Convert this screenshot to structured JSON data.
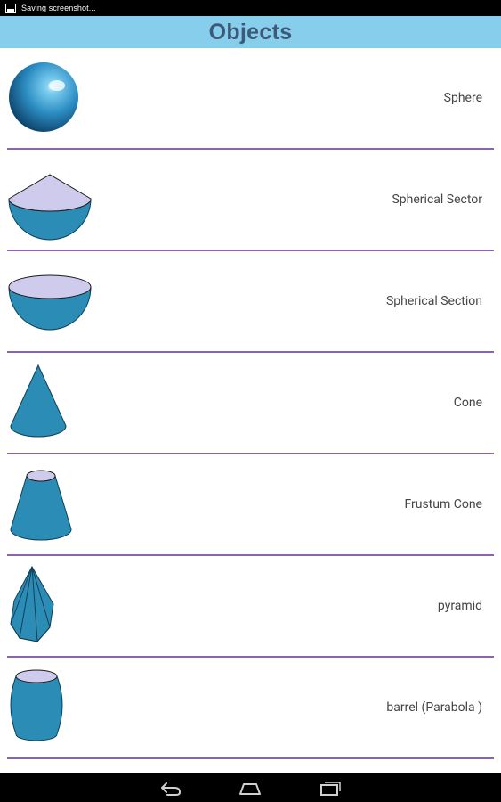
{
  "status_bar": {
    "notification_text": "Saving screenshot...",
    "notification_icon": "screenshot-icon"
  },
  "header": {
    "title": "Objects",
    "background": "#87cdec",
    "title_color": "#3c5a78"
  },
  "objects": [
    {
      "label": "Sphere",
      "icon": "sphere-icon"
    },
    {
      "label": "Spherical Sector",
      "icon": "spherical-sector-icon"
    },
    {
      "label": "Spherical Section",
      "icon": "spherical-section-icon"
    },
    {
      "label": "Cone",
      "icon": "cone-icon"
    },
    {
      "label": "Frustum Cone",
      "icon": "frustum-cone-icon"
    },
    {
      "label": "pyramid",
      "icon": "pyramid-icon"
    },
    {
      "label": "barrel (Parabola )",
      "icon": "barrel-icon"
    }
  ],
  "colors": {
    "shape_fill": "#2b8db6",
    "shape_top": "#cfcbec",
    "divider": "#8a64ad"
  },
  "nav_bar": {
    "buttons": [
      "back-icon",
      "home-icon",
      "recent-apps-icon"
    ]
  }
}
